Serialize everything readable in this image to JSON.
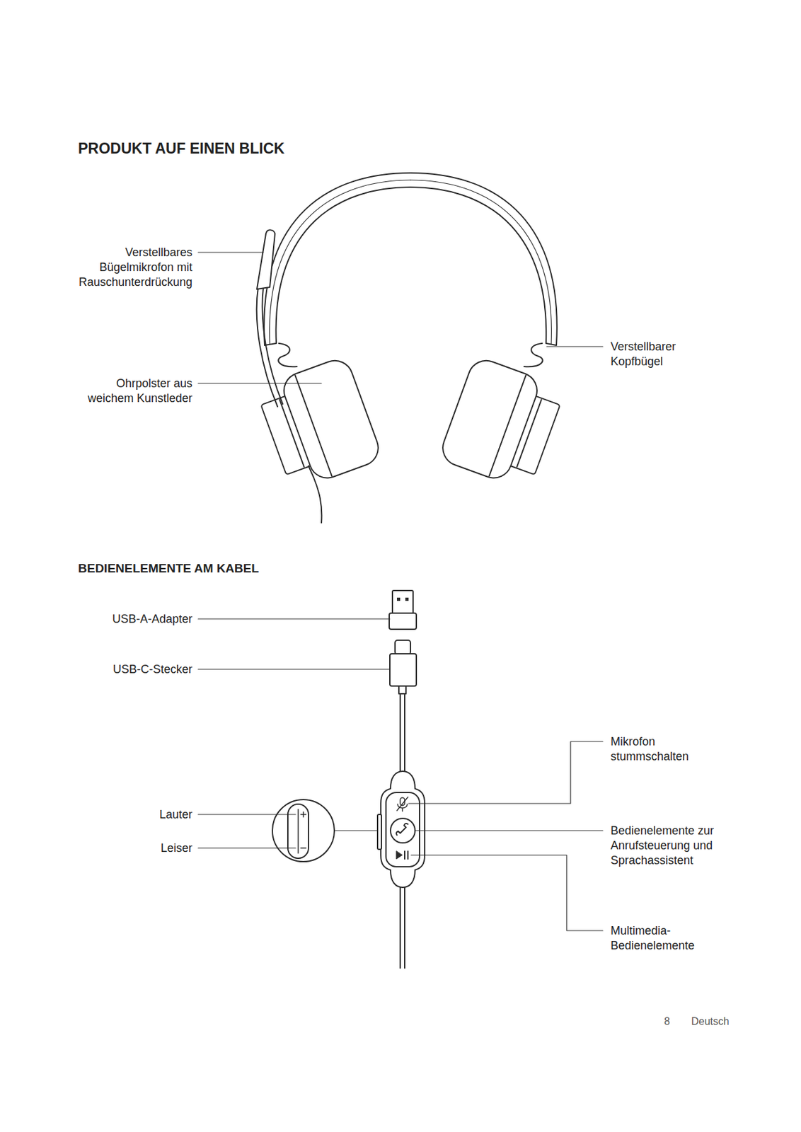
{
  "diagram": {
    "title": "PRODUKT AUF EINEN BLICK",
    "labels": [
      "Verstellbares Bügelmikrofon mit Rauschunterdrückung",
      "Ohrpolster aus weichem Kunstleder",
      "Verstellbarer Kopfbügel",
      "BEDIENELEMENTE AM KABEL",
      "USB-A-Adapter",
      "USB-C-Stecker",
      "Mikrofon stummschalten",
      "Lauter",
      "Leiser",
      "Bedienelemente zur Anrufsteuerung und Sprachassistent",
      "Multimedia- Bedienelemente",
      "8",
      "Deutsch"
    ]
  }
}
